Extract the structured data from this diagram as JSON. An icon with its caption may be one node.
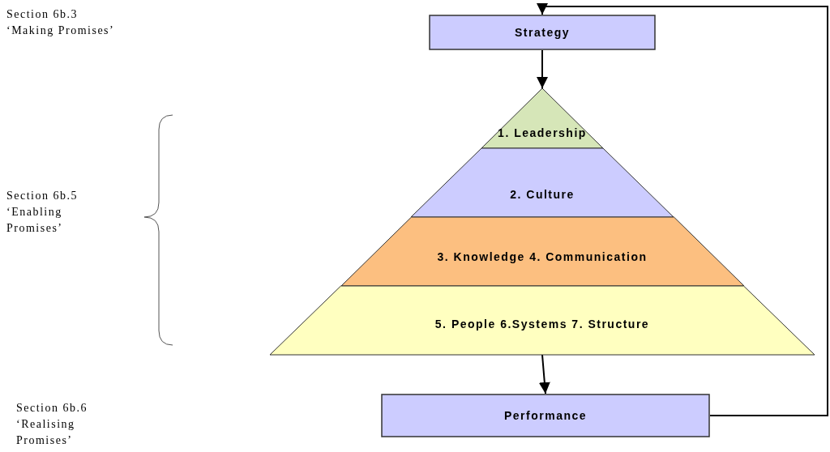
{
  "diagram": {
    "nodes": [
      {
        "text": [
          "Strategy"
        ]
      },
      {
        "text": [
          "1. Leadership"
        ]
      },
      {
        "text": [
          "2. Culture"
        ]
      },
      {
        "text": [
          "3. Knowledge 4. Communication"
        ]
      },
      {
        "text": [
          "5. People 6.Systems 7. Structure"
        ]
      },
      {
        "text": [
          "Performance"
        ]
      }
    ],
    "edges": [
      {
        "from": 0,
        "to": 1,
        "arrow": "to"
      },
      {
        "from": 4,
        "to": 5,
        "arrow": "to"
      },
      {
        "from": 5,
        "to": 0,
        "arrow": "to"
      }
    ],
    "labels": [
      "Section 6b.3 ‘Making Promises’",
      "Section 6b.5 ‘Enabling Promises’",
      "Section 6b.6 ‘Realising Promises’"
    ]
  }
}
